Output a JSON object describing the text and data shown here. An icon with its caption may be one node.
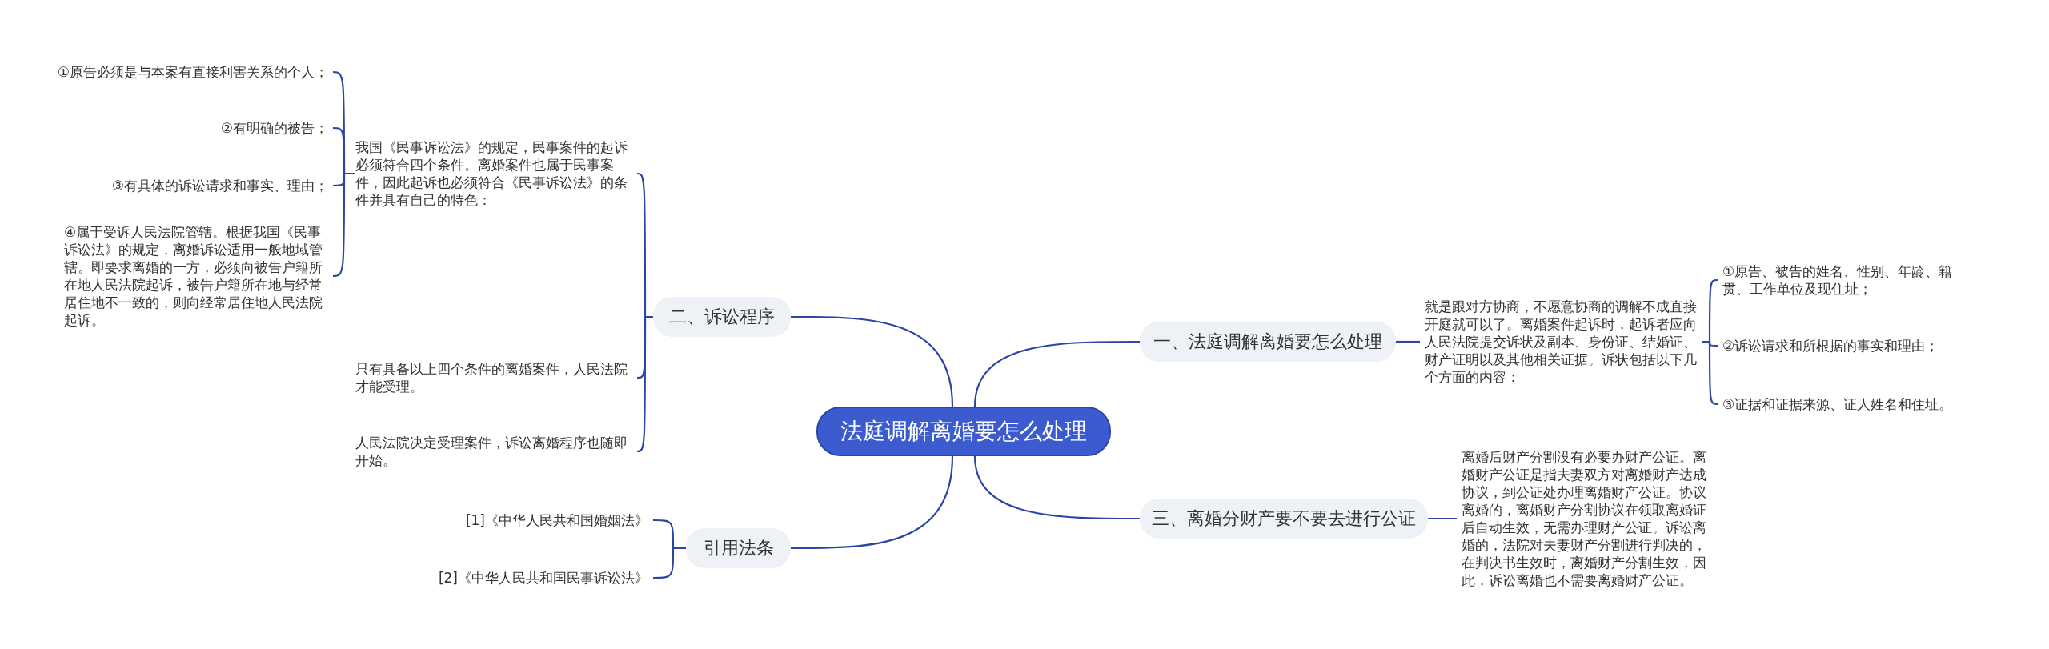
{
  "diagram": {
    "nodes": [
      {
        "text": [
          "法庭调解离婚要怎么处理"
        ]
      },
      {
        "text": [
          "一、法庭调解离婚要怎么处理"
        ]
      },
      {
        "text": [
          "就是跟对方协商，不愿意协商的调解不成直接开庭就可以了。离婚案件起诉时，起诉者应向人民法院提交诉状及副本、身份证、结婚证、财产证明以及其他相关证据。诉状包括以下几个方面的内容："
        ]
      },
      {
        "text": [
          "①原告、被告的姓名、性别、年龄、籍贯、工作单位及现住址；"
        ]
      },
      {
        "text": [
          "②诉讼请求和所根据的事实和理由；"
        ]
      },
      {
        "text": [
          "③证据和证据来源、证人姓名和住址。"
        ]
      },
      {
        "text": [
          "三、离婚分财产要不要去进行公证"
        ]
      },
      {
        "text": [
          "离婚后财产分割没有必要办财产公证。离婚财产公证是指夫妻双方对离婚财产达成协议，到公证处办理离婚财产公证。协议离婚的，离婚财产分割协议在领取离婚证后自动生效，无需办理财产公证。诉讼离婚的，法院对夫妻财产分割进行判决的，在判决书生效时，离婚财产分割生效，因此，诉讼离婚也不需要离婚财产公证。"
        ]
      },
      {
        "text": [
          "二、诉讼程序"
        ]
      },
      {
        "text": [
          "我国《民事诉讼法》的规定，民事案件的起诉必须符合四个条件。离婚案件也属于民事案件，因此起诉也必须符合《民事诉讼法》的条件并具有自己的特色："
        ]
      },
      {
        "text": [
          "①原告必须是与本案有直接利害关系的个人；"
        ]
      },
      {
        "text": [
          "②有明确的被告；"
        ]
      },
      {
        "text": [
          "③有具体的诉讼请求和事实、理由；"
        ]
      },
      {
        "text": [
          "④属于受诉人民法院管辖。根据我国《民事诉讼法》的规定，离婚诉讼适用一般地域管辖。即要求离婚的一方，必须向被告户籍所在地人民法院起诉，被告户籍所在地与经常居住地不一致的，则向经常居住地人民法院起诉。"
        ]
      },
      {
        "text": [
          "只有具备以上四个条件的离婚案件，人民法院才能受理。"
        ]
      },
      {
        "text": [
          "人民法院决定受理案件，诉讼离婚程序也随即开始。"
        ]
      },
      {
        "text": [
          "引用法条"
        ]
      },
      {
        "text": [
          "[1]《中华人民共和国婚姻法》"
        ]
      },
      {
        "text": [
          "[2]《中华人民共和国民事诉讼法》"
        ]
      }
    ],
    "edges": [
      {
        "from": 0,
        "to": 1,
        "arrow": "none"
      },
      {
        "from": 1,
        "to": 2,
        "arrow": "none"
      },
      {
        "from": 2,
        "to": 3,
        "arrow": "none"
      },
      {
        "from": 2,
        "to": 4,
        "arrow": "none"
      },
      {
        "from": 2,
        "to": 5,
        "arrow": "none"
      },
      {
        "from": 0,
        "to": 6,
        "arrow": "none"
      },
      {
        "from": 6,
        "to": 7,
        "arrow": "none"
      },
      {
        "from": 0,
        "to": 8,
        "arrow": "none"
      },
      {
        "from": 8,
        "to": 9,
        "arrow": "none"
      },
      {
        "from": 9,
        "to": 10,
        "arrow": "none"
      },
      {
        "from": 9,
        "to": 11,
        "arrow": "none"
      },
      {
        "from": 9,
        "to": 12,
        "arrow": "none"
      },
      {
        "from": 9,
        "to": 13,
        "arrow": "none"
      },
      {
        "from": 8,
        "to": 14,
        "arrow": "none"
      },
      {
        "from": 8,
        "to": 15,
        "arrow": "none"
      },
      {
        "from": 0,
        "to": 16,
        "arrow": "none"
      },
      {
        "from": 16,
        "to": 17,
        "arrow": "none"
      },
      {
        "from": 16,
        "to": 18,
        "arrow": "none"
      }
    ]
  }
}
